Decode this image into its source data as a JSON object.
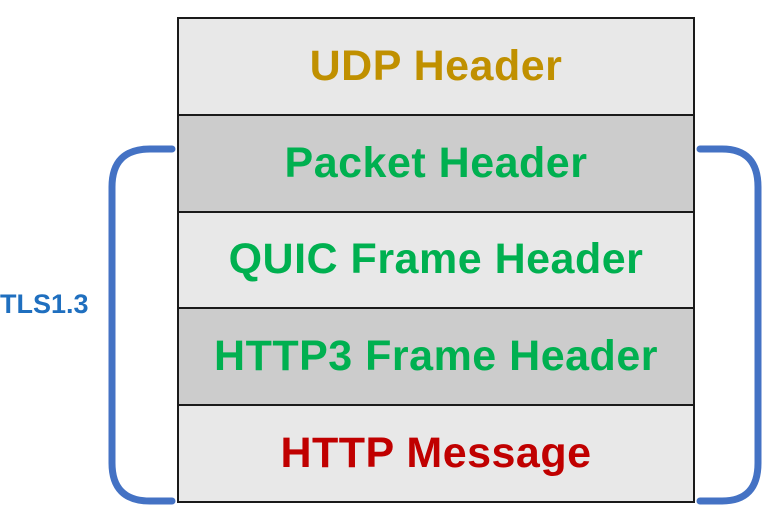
{
  "layers": [
    {
      "label": "UDP Header",
      "color": "#c09000",
      "bg": "light"
    },
    {
      "label": "Packet Header",
      "color": "#00b050",
      "bg": "dark"
    },
    {
      "label": "QUIC Frame Header",
      "color": "#00b050",
      "bg": "light"
    },
    {
      "label": "HTTP3 Frame Header",
      "color": "#00b050",
      "bg": "dark"
    },
    {
      "label": "HTTP Message",
      "color": "#c00000",
      "bg": "light"
    }
  ],
  "bracket": {
    "label": "TLS1.3",
    "label_color": "#1f6fbf",
    "line_color": "#4472c4"
  }
}
